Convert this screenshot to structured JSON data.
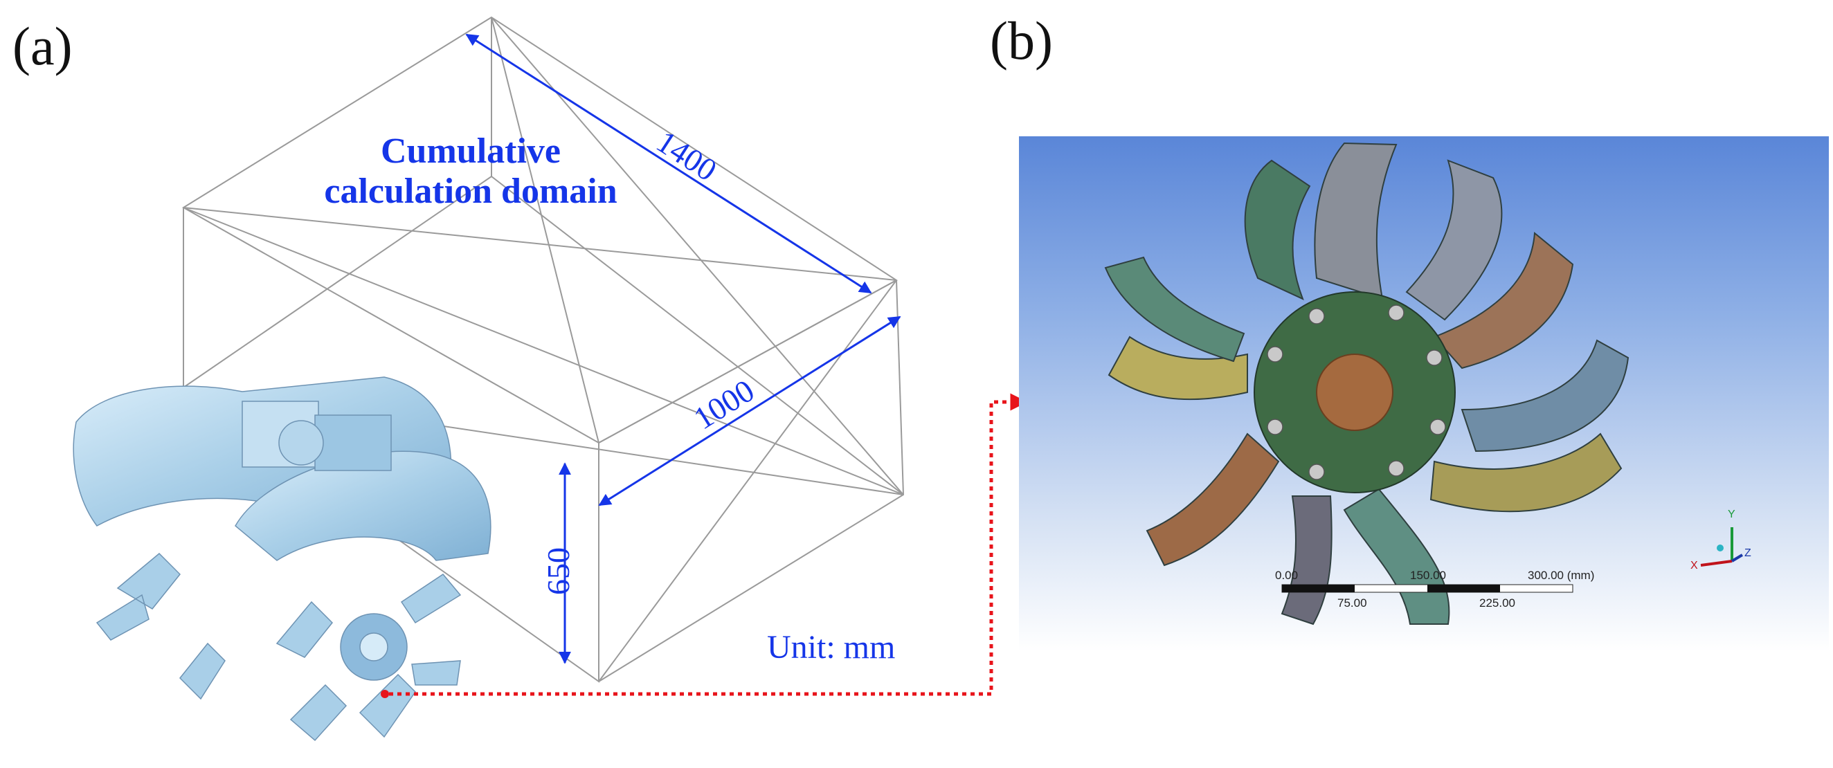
{
  "panels": {
    "a": {
      "label": "(a)"
    },
    "b": {
      "label": "(b)"
    }
  },
  "domain": {
    "caption_line1": "Cumulative",
    "caption_line2": "calculation domain",
    "length": "1400",
    "width": "1000",
    "height": "650",
    "unit": "Unit: mm"
  },
  "scale_bar": {
    "top_labels": [
      "0.00",
      "150.00",
      "300.00 (mm)"
    ],
    "bottom_labels": [
      "75.00",
      "225.00"
    ]
  },
  "axes": {
    "x": "X",
    "y": "Y",
    "z": "Z"
  },
  "colors": {
    "annotation": "#1535e8",
    "connector": "#e8141b",
    "viewport_top": "#5a86d8"
  }
}
